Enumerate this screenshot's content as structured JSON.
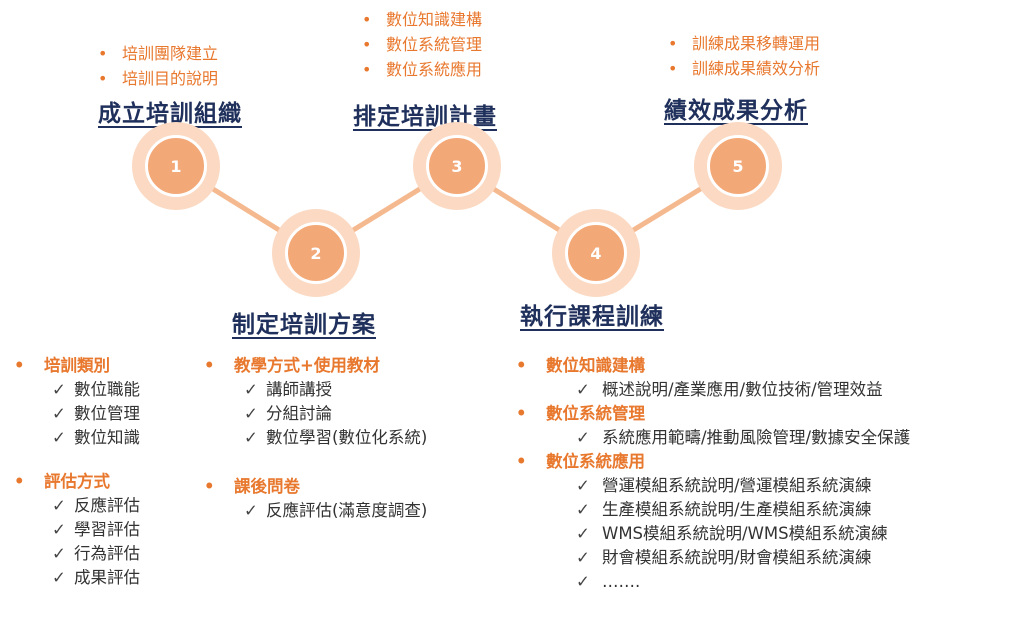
{
  "steps": [
    {
      "number": "1",
      "title": "成立培訓組織",
      "bullets": [
        "培訓團隊建立",
        "培訓目的說明"
      ]
    },
    {
      "number": "2",
      "title": "制定培訓方案"
    },
    {
      "number": "3",
      "title": "排定培訓計畫",
      "bullets": [
        "數位知識建構",
        "數位系統管理",
        "數位系統應用"
      ]
    },
    {
      "number": "4",
      "title": "執行課程訓練"
    },
    {
      "number": "5",
      "title": "績效成果分析",
      "bullets": [
        "訓練成果移轉運用",
        "訓練成果績效分析"
      ]
    }
  ],
  "details": {
    "col1": [
      {
        "category": "培訓類別",
        "items": [
          "數位職能",
          "數位管理",
          "數位知識"
        ]
      },
      {
        "category": "評估方式",
        "items": [
          "反應評估",
          "學習評估",
          "行為評估",
          "成果評估"
        ]
      }
    ],
    "col2": [
      {
        "category": "教學方式+使用教材",
        "items": [
          "講師講授",
          "分組討論",
          "數位學習(數位化系統)"
        ]
      },
      {
        "category": "課後問卷",
        "items": [
          "反應評估(滿意度調查)"
        ]
      }
    ],
    "col3": [
      {
        "category": "數位知識建構",
        "items": [
          "概述說明/產業應用/數位技術/管理效益"
        ]
      },
      {
        "category": "數位系統管理",
        "items": [
          "系統應用範疇/推動風險管理/數據安全保護"
        ]
      },
      {
        "category": "數位系統應用",
        "items": [
          "營運模組系統說明/營運模組系統演練",
          "生產模組系統說明/生產模組系統演練",
          "WMS模組系統說明/WMS模組系統演練",
          "財會模組系統說明/財會模組系統演練",
          "……."
        ]
      }
    ]
  },
  "colors": {
    "accent": "#e8782e",
    "title": "#20305c",
    "circle_outer": "#fbd9c2",
    "circle_inner": "#f3a878",
    "line": "#f5b98f"
  },
  "icons": {
    "check": "✓"
  }
}
